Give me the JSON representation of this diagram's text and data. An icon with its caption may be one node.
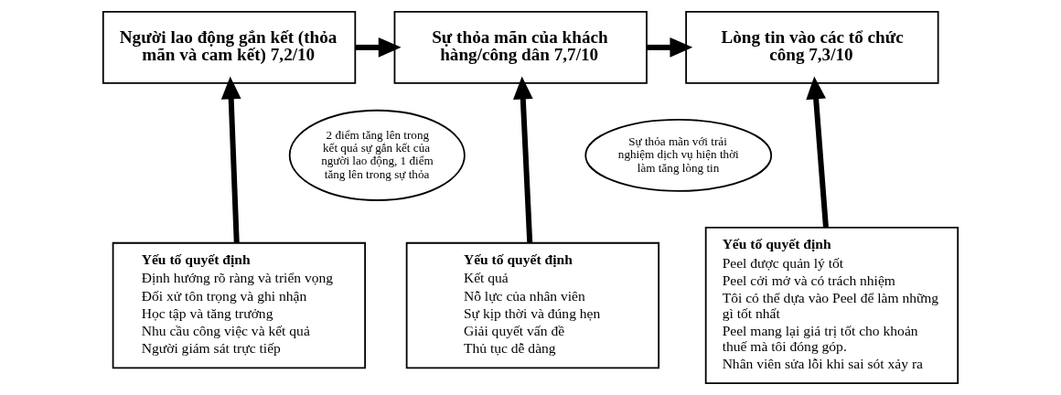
{
  "diagram": {
    "nodes": [
      {
        "text": [
          "Người lao động gắn kết (thỏa mãn và cam kết) 7,2/10"
        ]
      },
      {
        "text": [
          "Sự thỏa mãn của khách hàng/công dân 7,7/10"
        ]
      },
      {
        "text": [
          "Lòng tin vào các tổ chức công 7,3/10"
        ]
      },
      {
        "text": [
          "2 điểm tăng lên trong kết quả sự gắn kết của người lao động, 1 điểm tăng lên trong sự thỏa"
        ]
      },
      {
        "text": [
          "Sự thỏa mãn với trải nghiệm dịch vụ hiện thời làm tăng lòng tin"
        ]
      },
      {
        "text": [
          "Yếu tố quyết định",
          "Định hướng rõ ràng và triển vọng",
          "Đối xử tôn trọng và ghi nhận",
          "Học tập và tăng trưởng",
          "Nhu cầu công việc và kết quả",
          "Người giám sát trực tiếp"
        ]
      },
      {
        "text": [
          "Yếu tố quyết định",
          "Kết quả",
          "Nỗ lực của nhân viên",
          "Sự kịp thời và đúng hẹn",
          "Giải quyết vấn đề",
          "Thủ tục dễ dàng"
        ]
      },
      {
        "text": [
          "Yếu tố quyết định",
          "Peel được quản lý tốt",
          "Peel cởi mở và có trách nhiệm",
          "Tôi có thể dựa vào Peel để làm những gì tốt nhất",
          "Peel mang lại giá trị tốt cho khoản thuế mà tôi đóng góp.",
          "Nhân viên sửa lỗi khi sai sót xảy ra"
        ]
      }
    ],
    "edges": [
      {
        "from": 0,
        "to": 1,
        "arrow": "to"
      },
      {
        "from": 1,
        "to": 2,
        "arrow": "to"
      },
      {
        "from": 5,
        "to": 0,
        "arrow": "to"
      },
      {
        "from": 6,
        "to": 1,
        "arrow": "to"
      },
      {
        "from": 7,
        "to": 2,
        "arrow": "to"
      }
    ]
  }
}
